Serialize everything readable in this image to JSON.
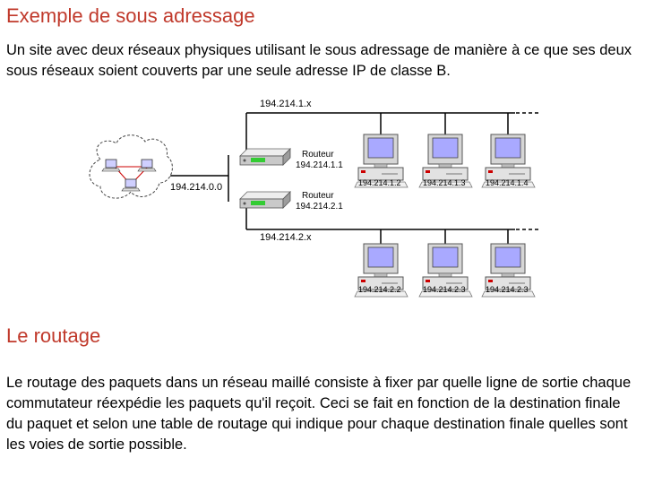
{
  "section1": {
    "title": "Exemple de sous adressage",
    "text": "Un site avec deux réseaux physiques utilisant le sous adressage de manière à ce que ses deux sous réseaux soient couverts par une seule adresse IP de classe B."
  },
  "diagram": {
    "net_top_label": "194.214.1.x",
    "net_bottom_label": "194.214.2.x",
    "backbone_label": "194.214.0.0",
    "router1": {
      "name": "Routeur",
      "ip": "194.214.1.1"
    },
    "router2": {
      "name": "Routeur",
      "ip": "194.214.2.1"
    },
    "hosts_top": [
      "194.214.1.2",
      "194.214.1.3",
      "194.214.1.4"
    ],
    "hosts_bottom": [
      "194.214.2.2",
      "194.214.2.3",
      "194.214.2.3"
    ],
    "colors": {
      "line": "#000000",
      "cloud_link": "#cc0000",
      "router_light": "#33cc33"
    }
  },
  "section2": {
    "title": "Le routage",
    "text": "Le routage des paquets dans un réseau maillé consiste à fixer par quelle ligne de sortie chaque commutateur réexpédie les paquets qu'il reçoit. Ceci se fait en fonction de la destination finale du paquet et selon une table de routage qui indique pour chaque destination finale quelles sont les voies de sortie possible."
  }
}
